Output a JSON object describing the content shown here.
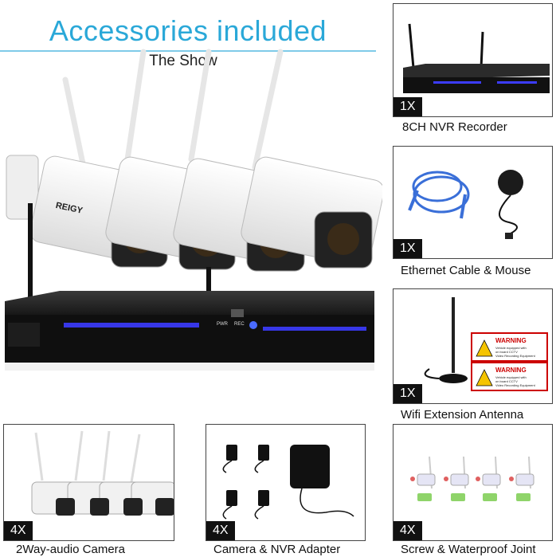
{
  "header": {
    "title": "Accessories included",
    "subtitle": "The Show"
  },
  "hero": {
    "camera_brand": "REIGY",
    "nvr_labels": [
      "PWR",
      "REC"
    ]
  },
  "items": [
    {
      "id": "nvr",
      "qty": "1X",
      "caption": "8CH NVR Recorder"
    },
    {
      "id": "ethernet",
      "qty": "1X",
      "caption": "Ethernet Cable & Mouse"
    },
    {
      "id": "antenna",
      "qty": "1X",
      "caption": "Wifi Extension Antenna"
    },
    {
      "id": "camera",
      "qty": "4X",
      "caption": "2Way-audio Camera"
    },
    {
      "id": "adapter",
      "qty": "4X",
      "caption": "Camera & NVR Adapter"
    },
    {
      "id": "screws",
      "qty": "4X",
      "caption": "Screw & Waterproof Joint"
    }
  ],
  "warning": {
    "title": "WARNING",
    "text_line1": "Vehicle equipped with",
    "text_line2": "on board CCTV",
    "text_line3": "Video Recording Equipment"
  },
  "colors": {
    "title": "#2aa8d8",
    "nvr_blue": "#3c3cff"
  }
}
